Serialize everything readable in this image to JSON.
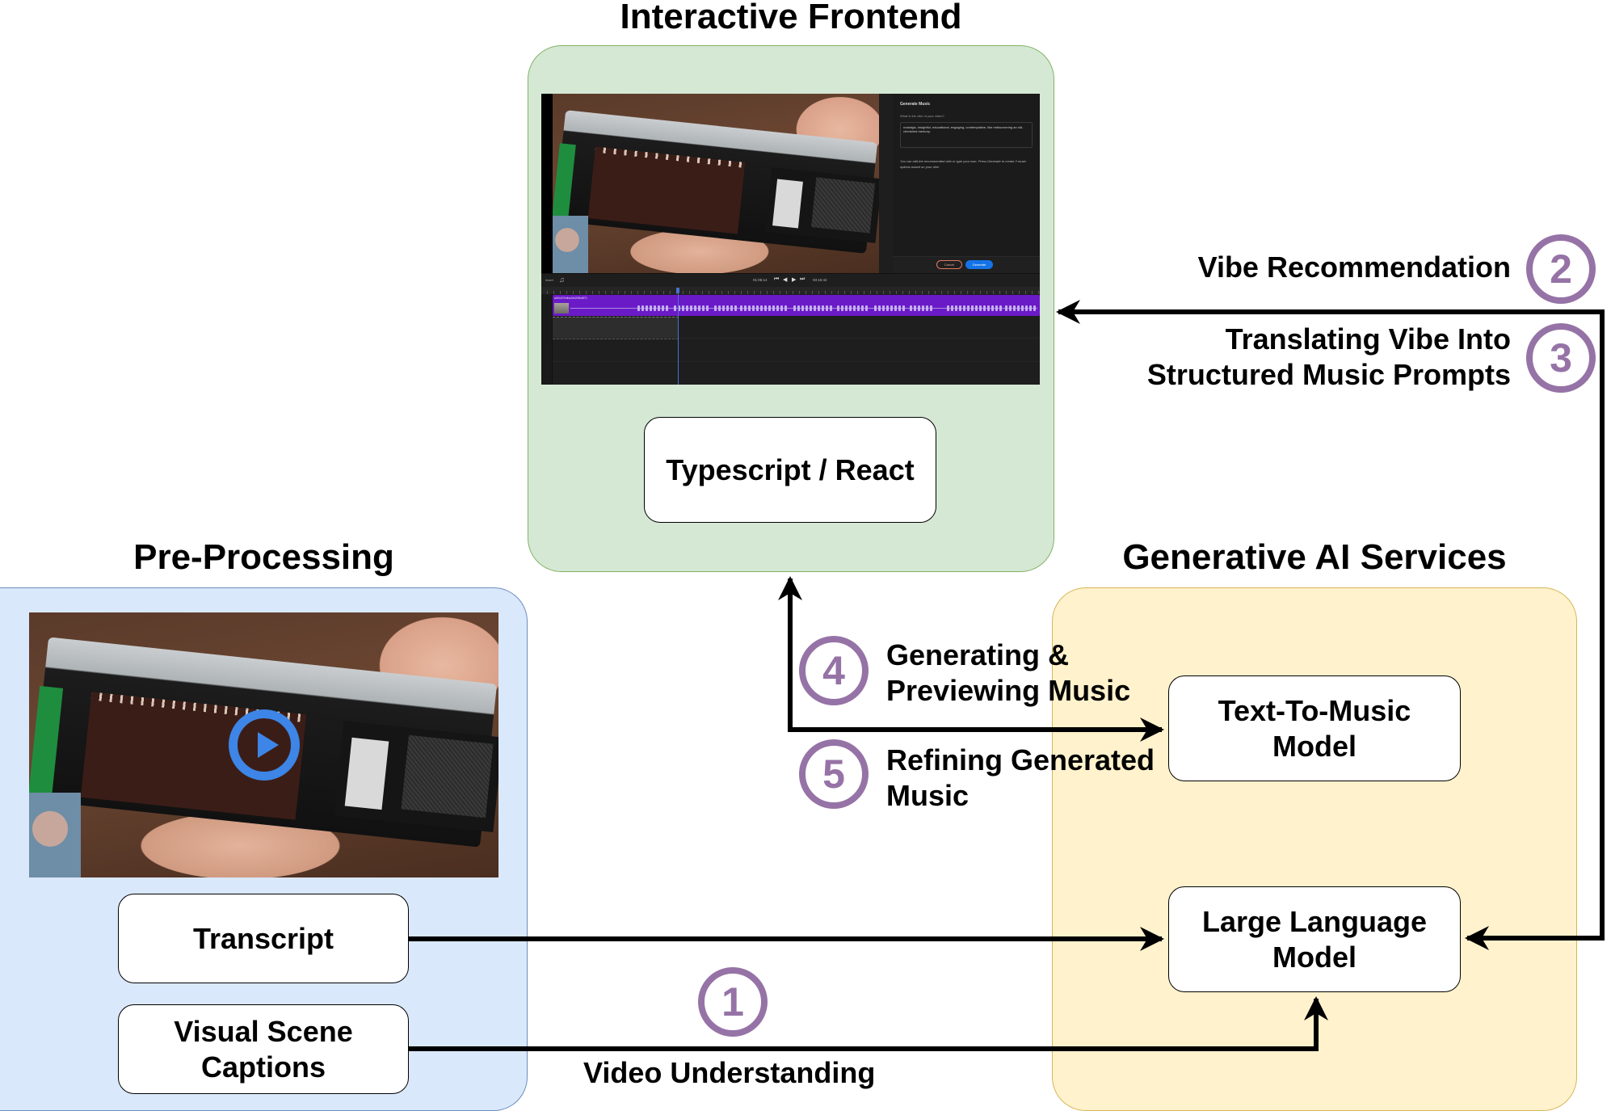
{
  "sections": {
    "frontend": {
      "title": "Interactive Frontend",
      "node": "Typescript / React"
    },
    "preprocessing": {
      "title": "Pre-Processing",
      "nodes": [
        "Transcript",
        "Visual Scene Captions"
      ]
    },
    "generative": {
      "title": "Generative AI Services",
      "nodes": [
        "Text-To-Music Model",
        "Large Language Model"
      ]
    }
  },
  "steps": [
    {
      "number": "1",
      "label": "Video Understanding"
    },
    {
      "number": "2",
      "label": "Vibe Recommendation"
    },
    {
      "number": "3",
      "label": "Translating Vibe Into Structured Music Prompts"
    },
    {
      "number": "4",
      "label": "Generating & Previewing Music"
    },
    {
      "number": "5",
      "label": "Refining Generated Music"
    }
  ],
  "labels": {
    "step1": "Video Understanding",
    "step2": "Vibe Recommendation",
    "step3_line1": "Translating Vibe Into",
    "step3_line2": "Structured Music Prompts",
    "step4_line1": "Generating &",
    "step4_line2": "Previewing Music",
    "step5_line1": "Refining Generated",
    "step5_line2": "Music",
    "ttm_line1": "Text-To-Music",
    "ttm_line2": "Model",
    "llm_line1": "Large Language",
    "llm_line2": "Model",
    "vsc_line1": "Visual Scene",
    "vsc_line2": "Captions"
  },
  "app_screenshot": {
    "panel_title": "Generate Music",
    "question": "What is the vibe of your video?",
    "vibe_value": "nostalgic, insightful, educational, engaging, contemplative, like rediscovering an old, cherished memory.",
    "help_text": "You can edit the recommended vibe or type your own. Press Generate to create 3 music options based on your vibe.",
    "cancel_label": "Cancel",
    "generate_label": "Generate",
    "insert_label": "Insert",
    "current_time": "01:06:14",
    "total_time": "03:16:42",
    "track_name": "a6f4d37bdba16d29fbd871"
  },
  "colors": {
    "step_badge": "#9673a6",
    "frontend_fill": "#d5e8d4",
    "preprocessing_fill": "#dae8fc",
    "generative_fill": "#fff2cc",
    "track_purple": "#6b1ac7",
    "generate_blue": "#1473e6",
    "play_button": "#3d85e6"
  }
}
